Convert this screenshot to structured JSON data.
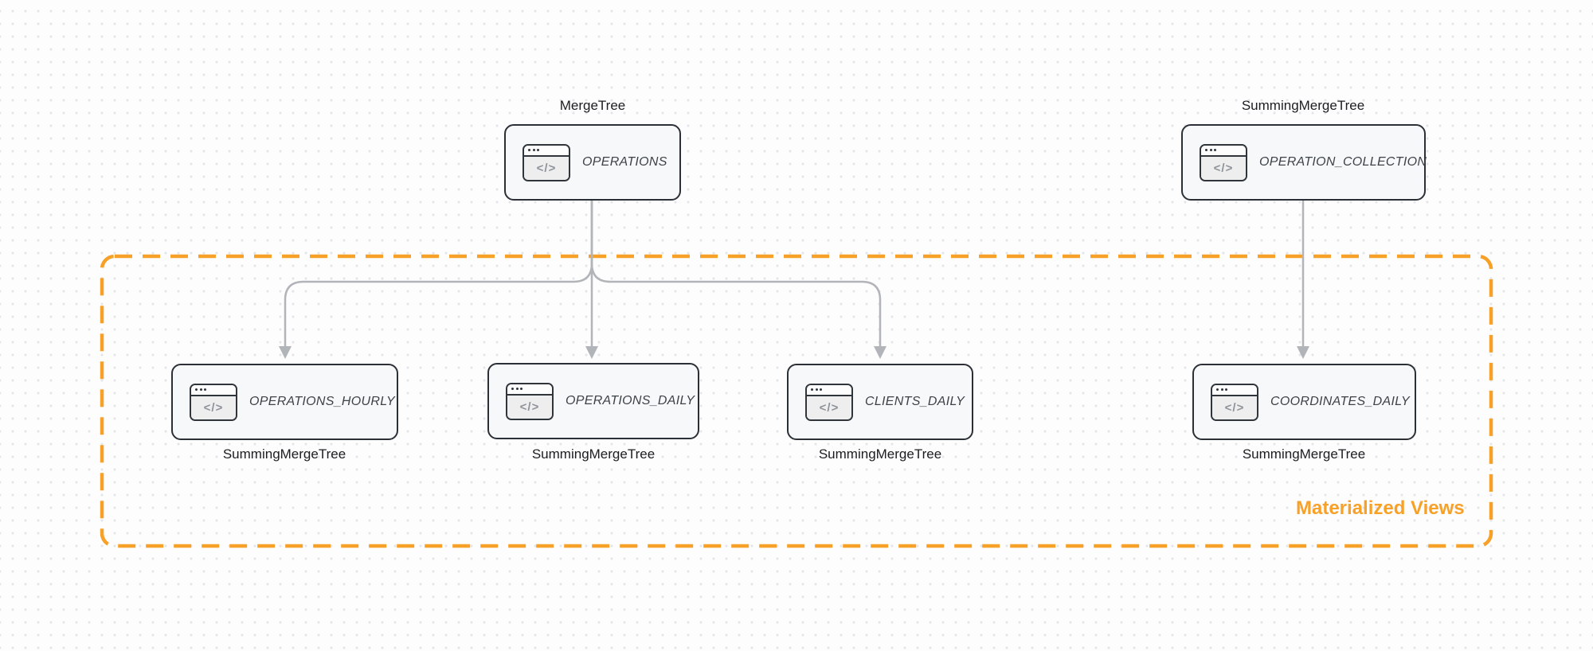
{
  "diagram": {
    "colors": {
      "accent_orange": "#f7a128",
      "arrow_gray": "#b1b4b8",
      "node_border": "#2b3036",
      "node_fill": "#f7f8f9"
    },
    "icons": {
      "code_window_glyph": "</>"
    },
    "group": {
      "label": "Materialized Views"
    },
    "nodes": {
      "operations": {
        "engine": "MergeTree",
        "table": "OPERATIONS"
      },
      "operation_collection": {
        "engine": "SummingMergeTree",
        "table": "OPERATION_COLLECTION"
      },
      "operations_hourly": {
        "engine": "SummingMergeTree",
        "table": "OPERATIONS_HOURLY"
      },
      "operations_daily": {
        "engine": "SummingMergeTree",
        "table": "OPERATIONS_DAILY"
      },
      "clients_daily": {
        "engine": "SummingMergeTree",
        "table": "CLIENTS_DAILY"
      },
      "coordinates_daily": {
        "engine": "SummingMergeTree",
        "table": "COORDINATES_DAILY"
      }
    }
  }
}
